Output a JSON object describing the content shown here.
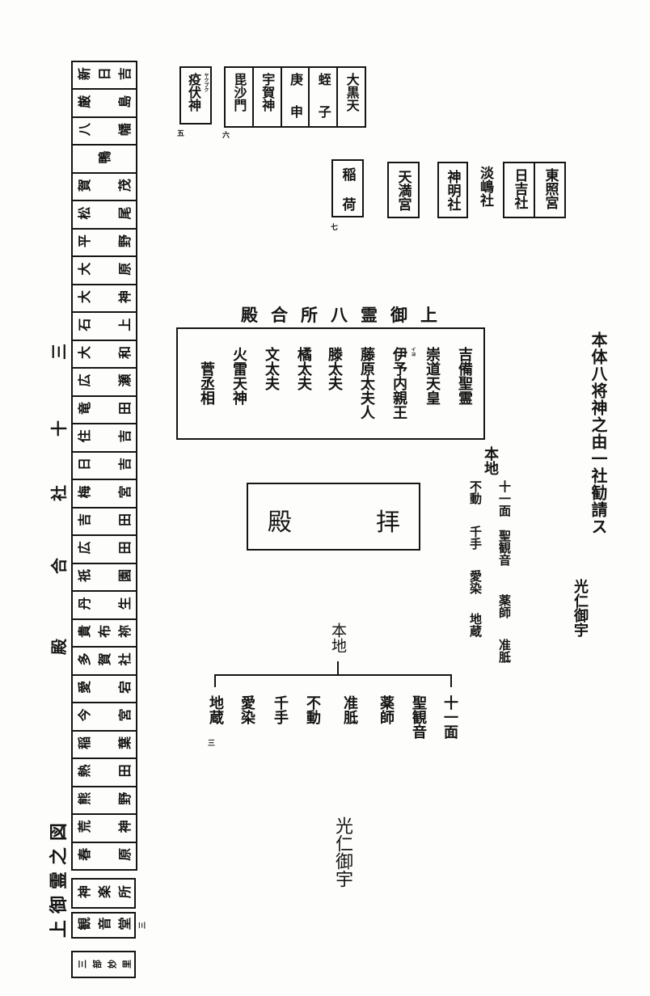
{
  "left_strip": {
    "title": "上御霊之図",
    "heading_chars": [
      "殿",
      "合",
      "社",
      "十",
      "三"
    ],
    "separate_boxes": [
      "三部妙里",
      "観音堂",
      "神楽所"
    ],
    "note": "三",
    "shrines": [
      "春原",
      "荒神",
      "熊野",
      "熱田",
      "稲葉",
      "今宮",
      "愛宕",
      "多賀社",
      "貴布祢",
      "丹生",
      "祇園",
      "広田",
      "吉田",
      "梅宮",
      "日吉",
      "住吉",
      "竜田",
      "広瀬",
      "大和",
      "石上",
      "大神",
      "大原",
      "平野",
      "松尾",
      "賀茂",
      "鴨",
      "八幡",
      "厳島",
      "新日吉"
    ]
  },
  "top": {
    "yakubuku": {
      "name": "疫伏神",
      "ruby": "ヤクブク",
      "label": "五"
    },
    "group6": {
      "cells": [
        "毘沙門",
        "宇賀神",
        "庚申",
        "蛭子",
        "大黒天"
      ],
      "label": "六"
    },
    "row2": {
      "inari": "稲荷",
      "tenmangu": "天満宮",
      "shinmei": "神明社",
      "awashima": "淡嶋社",
      "pair": [
        "日吉社",
        "東照宮"
      ],
      "label": "七"
    }
  },
  "goryo": {
    "heading": "上御霊八所合殿",
    "deities": [
      "吉備聖霊",
      "崇道天皇",
      "伊予内親王",
      "藤原太夫人",
      "滕太夫",
      "橘太夫",
      "文太夫",
      "火雷天神",
      "菅丞相"
    ],
    "iyo_ruby": "イヨ"
  },
  "honji_side": {
    "label": "本地",
    "col1": [
      "十一面",
      "聖観音",
      "薬師",
      "准胝"
    ],
    "col2": [
      "不動",
      "千手",
      "愛染",
      "地蔵"
    ]
  },
  "right_note": {
    "text": "本体八将神之由一社勧請ス",
    "era": "光仁御宇"
  },
  "haiden": {
    "left": "殿",
    "right": "拝"
  },
  "honji_tree": {
    "label": "本地",
    "children": [
      "十一面",
      "聖観音",
      "薬師",
      "准胝",
      "不動",
      "千手",
      "愛染",
      "地蔵"
    ],
    "note": "三"
  },
  "bottom_era": "光仁御宇"
}
